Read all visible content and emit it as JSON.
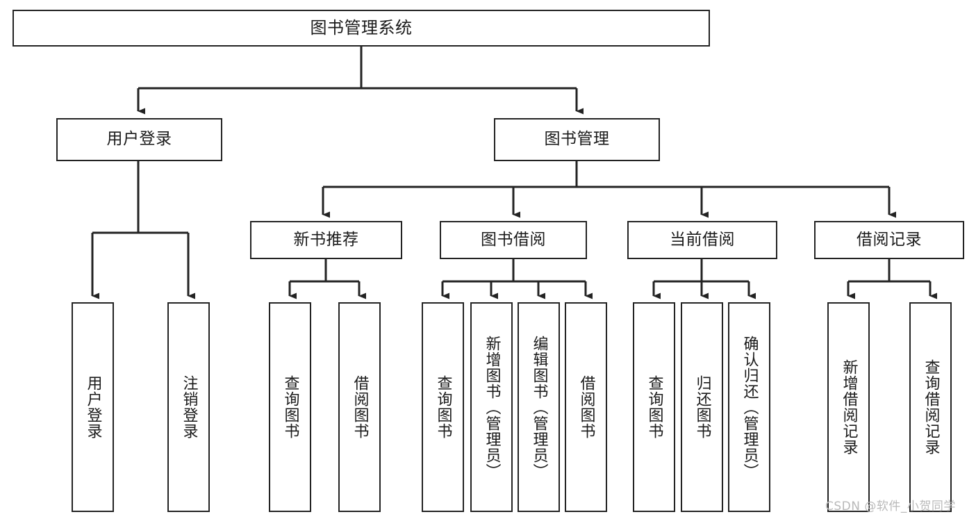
{
  "diagram": {
    "title": "图书管理系统",
    "type": "tree-hierarchy-chart",
    "orientation": "top-down",
    "colors": {
      "background": "#ffffff",
      "box_border": "#232323",
      "box_fill": "#ffffff",
      "text": "#1a1a1a",
      "connector": "#232323",
      "watermark": "#b9b9b9"
    },
    "watermark": "CSDN @软件_小贺同学",
    "nodes": {
      "root": {
        "label": "图书管理系统",
        "level": 1,
        "text_orientation": "horizontal"
      },
      "user_login": {
        "label": "用户登录",
        "level": 2,
        "text_orientation": "horizontal"
      },
      "book_manage": {
        "label": "图书管理",
        "level": 2,
        "text_orientation": "horizontal"
      },
      "new_book_rec": {
        "label": "新书推荐",
        "level": 3,
        "text_orientation": "horizontal"
      },
      "book_borrow": {
        "label": "图书借阅",
        "level": 3,
        "text_orientation": "horizontal"
      },
      "current_borrow": {
        "label": "当前借阅",
        "level": 3,
        "text_orientation": "horizontal"
      },
      "borrow_record": {
        "label": "借阅记录",
        "level": 3,
        "text_orientation": "horizontal"
      },
      "leaf_user_login": {
        "label": "用户登录",
        "level": 3,
        "text_orientation": "vertical"
      },
      "leaf_logout": {
        "label": "注销登录",
        "level": 3,
        "text_orientation": "vertical"
      },
      "leaf_query_book_1": {
        "label": "查询图书",
        "level": 4,
        "text_orientation": "vertical"
      },
      "leaf_borrow_book_1": {
        "label": "借阅图书",
        "level": 4,
        "text_orientation": "vertical"
      },
      "leaf_query_book_2": {
        "label": "查询图书",
        "level": 4,
        "text_orientation": "vertical"
      },
      "leaf_add_book": {
        "label": "新增图书（管理员）",
        "level": 4,
        "text_orientation": "vertical"
      },
      "leaf_edit_book": {
        "label": "编辑图书（管理员）",
        "level": 4,
        "text_orientation": "vertical"
      },
      "leaf_borrow_book_2": {
        "label": "借阅图书",
        "level": 4,
        "text_orientation": "vertical"
      },
      "leaf_query_book_3": {
        "label": "查询图书",
        "level": 4,
        "text_orientation": "vertical"
      },
      "leaf_return_book": {
        "label": "归还图书",
        "level": 4,
        "text_orientation": "vertical"
      },
      "leaf_confirm_return": {
        "label": "确认归还（管理员）",
        "level": 4,
        "text_orientation": "vertical"
      },
      "leaf_add_record": {
        "label": "新增借阅记录",
        "level": 4,
        "text_orientation": "vertical"
      },
      "leaf_query_record": {
        "label": "查询借阅记录",
        "level": 4,
        "text_orientation": "vertical"
      }
    },
    "edges": [
      {
        "from": "root",
        "to": "user_login"
      },
      {
        "from": "root",
        "to": "book_manage"
      },
      {
        "from": "user_login",
        "to": "leaf_user_login"
      },
      {
        "from": "user_login",
        "to": "leaf_logout"
      },
      {
        "from": "book_manage",
        "to": "new_book_rec"
      },
      {
        "from": "book_manage",
        "to": "book_borrow"
      },
      {
        "from": "book_manage",
        "to": "current_borrow"
      },
      {
        "from": "book_manage",
        "to": "borrow_record"
      },
      {
        "from": "new_book_rec",
        "to": "leaf_query_book_1"
      },
      {
        "from": "new_book_rec",
        "to": "leaf_borrow_book_1"
      },
      {
        "from": "book_borrow",
        "to": "leaf_query_book_2"
      },
      {
        "from": "book_borrow",
        "to": "leaf_add_book"
      },
      {
        "from": "book_borrow",
        "to": "leaf_edit_book"
      },
      {
        "from": "book_borrow",
        "to": "leaf_borrow_book_2"
      },
      {
        "from": "current_borrow",
        "to": "leaf_query_book_3"
      },
      {
        "from": "current_borrow",
        "to": "leaf_return_book"
      },
      {
        "from": "current_borrow",
        "to": "leaf_confirm_return"
      },
      {
        "from": "borrow_record",
        "to": "leaf_add_record"
      },
      {
        "from": "borrow_record",
        "to": "leaf_query_record"
      }
    ]
  }
}
